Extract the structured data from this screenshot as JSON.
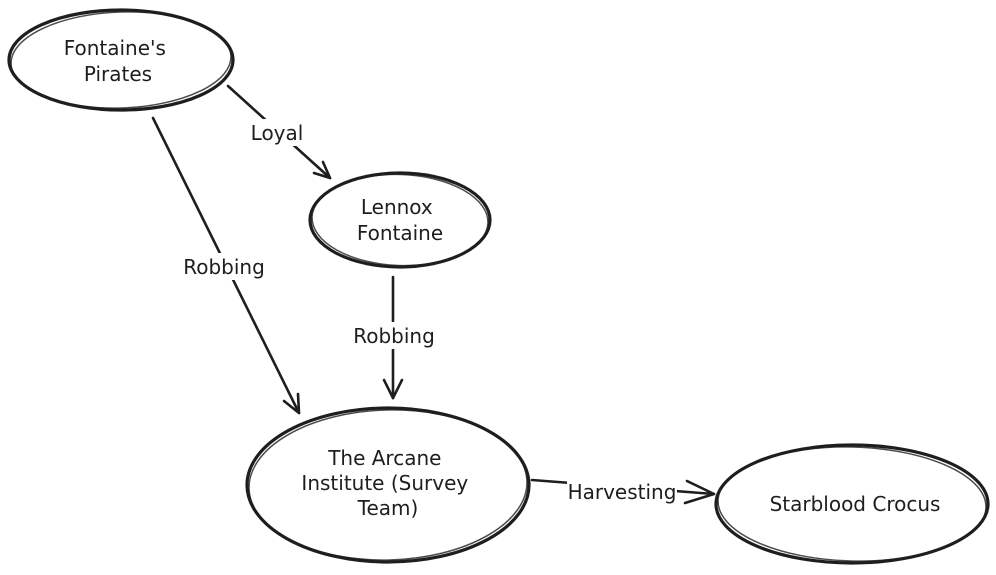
{
  "canvas": {
    "background_color": "#ffffff",
    "stroke_color": "#1e1e1e",
    "text_color": "#1e1e1e"
  },
  "nodes": [
    {
      "id": "fontaines-pirates",
      "label": "Fontaine's Pirates",
      "lines": [
        "Fontaine's",
        "Pirates"
      ],
      "shape": "ellipse"
    },
    {
      "id": "lennox-fontaine",
      "label": "Lennox Fontaine",
      "lines": [
        "Lennox",
        "Fontaine"
      ],
      "shape": "ellipse"
    },
    {
      "id": "arcane-institute",
      "label": "The Arcane Institute (Survey Team)",
      "lines": [
        "The Arcane",
        "Institute (Survey",
        "Team)"
      ],
      "shape": "ellipse"
    },
    {
      "id": "starblood-crocus",
      "label": "Starblood Crocus",
      "lines": [
        "Starblood Crocus"
      ],
      "shape": "ellipse"
    }
  ],
  "edges": [
    {
      "from": "Fontaine's Pirates",
      "to": "Lennox Fontaine",
      "label": "Loyal"
    },
    {
      "from": "Fontaine's Pirates",
      "to": "The Arcane Institute (Survey Team)",
      "label": "Robbing"
    },
    {
      "from": "Lennox Fontaine",
      "to": "The Arcane Institute (Survey Team)",
      "label": "Robbing"
    },
    {
      "from": "The Arcane Institute (Survey Team)",
      "to": "Starblood Crocus",
      "label": "Harvesting"
    }
  ]
}
